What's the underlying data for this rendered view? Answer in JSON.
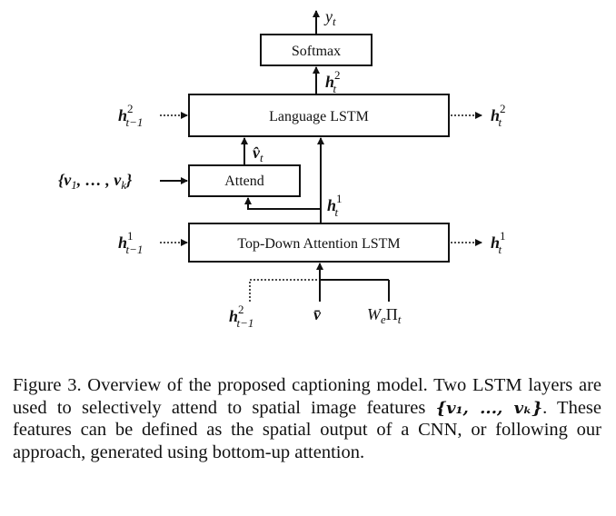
{
  "diagram": {
    "boxes": {
      "softmax": "Softmax",
      "language_lstm": "Language LSTM",
      "attend": "Attend",
      "topdown_lstm": "Top-Down Attention LSTM"
    },
    "labels": {
      "output": {
        "base": "y",
        "sub": "t"
      },
      "h2_t_top": {
        "base": "h",
        "sup": "2",
        "sub": "t"
      },
      "h2_prev_left": {
        "base": "h",
        "sup": "2",
        "sub": "t−1"
      },
      "h2_t_right": {
        "base": "h",
        "sup": "2",
        "sub": "t"
      },
      "v_hat": {
        "base": "v̂",
        "sub": "t"
      },
      "features": {
        "text": "{v",
        "sub1": "1",
        "mid": ", … , v",
        "sub2": "k",
        "end": "}"
      },
      "h1_t_mid": {
        "base": "h",
        "sup": "1",
        "sub": "t"
      },
      "h1_prev_left": {
        "base": "h",
        "sup": "1",
        "sub": "t−1"
      },
      "h1_t_right": {
        "base": "h",
        "sup": "1",
        "sub": "t"
      },
      "h2_prev_bottom": {
        "base": "h",
        "sup": "2",
        "sub": "t−1"
      },
      "v_bar": {
        "base": "v̄"
      },
      "word_embed": {
        "base": "W",
        "sub1": "e",
        "mid": "Π",
        "sub2": "t"
      }
    }
  },
  "caption": {
    "prefix": "Figure 3. Overview of the proposed captioning model. Two LSTM layers are used to selectively attend to spatial image features ",
    "math": "{v₁, ..., vₖ}",
    "suffix": ". These features can be defined as the spatial output of a CNN, or following our approach, generated using bottom-up attention."
  }
}
